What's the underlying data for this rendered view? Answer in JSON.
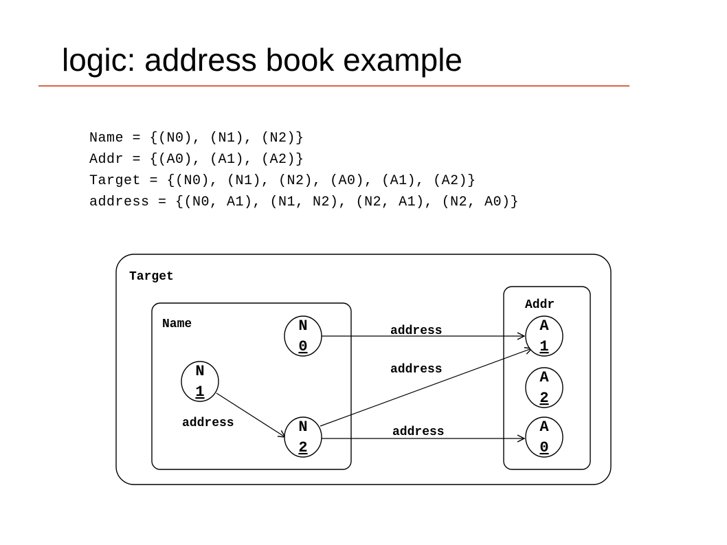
{
  "title": "logic: address book example",
  "definitions": [
    "Name = {(N0), (N1), (N2)}",
    "Addr = {(A0), (A1), (A2)}",
    "Target = {(N0), (N1), (N2), (A0), (A1), (A2)}",
    "address = {(N0, A1), (N1, N2), (N2, A1), (N2, A0)}"
  ],
  "diagram": {
    "sets": {
      "target": "Target",
      "name": "Name",
      "addr": "Addr"
    },
    "nodes": {
      "N0": [
        "N",
        "0"
      ],
      "N1": [
        "N",
        "1"
      ],
      "N2": [
        "N",
        "2"
      ],
      "A1": [
        "A",
        "1"
      ],
      "A2": [
        "A",
        "2"
      ],
      "A0": [
        "A",
        "0"
      ]
    },
    "edges": [
      {
        "from": "N0",
        "to": "A1",
        "label": "address"
      },
      {
        "from": "N2",
        "to": "A1",
        "label": "address"
      },
      {
        "from": "N1",
        "to": "N2",
        "label": "address"
      },
      {
        "from": "N2",
        "to": "A0",
        "label": "address"
      }
    ]
  }
}
